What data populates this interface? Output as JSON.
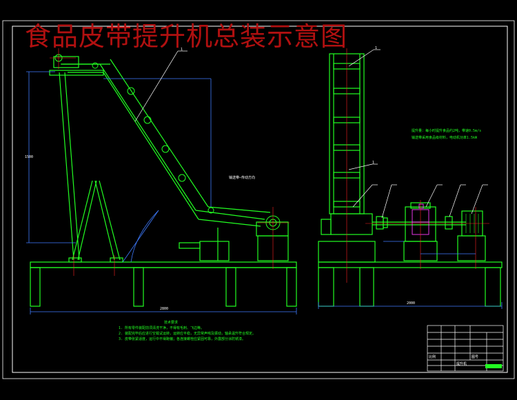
{
  "drawing": {
    "title": "食品皮带提升机总装示意图",
    "colors": {
      "background": "#000000",
      "frame": "#ffffff",
      "machine": "#22ff22",
      "centerline": "#ff2222",
      "detail": "#ff3cff",
      "dimension": "#3f7cff",
      "title_text": "#b01010"
    }
  },
  "labels": {
    "part_1a": "1",
    "part_1b": "1",
    "part_1c": "1",
    "mid_note": "输送带—传动方向",
    "notes_header": "技术要求",
    "dim_height": "1500",
    "dim_width": "2800",
    "dim_side_width": "2000"
  },
  "notes": [
    "1. 所有零件装配前须清洗干净，不得有毛刺、飞边等。",
    "2. 装配完毕后应进行空载试运转，运转应平稳，无异常声响及振动，轴承温升符合规定。",
    "3. 皮带张紧适度，运行中不得跑偏；各连接螺栓应紧固可靠，外露部分涂防锈漆。"
  ],
  "legend": [
    "提升量：每小时提升食品约2吨，带速0.5m/s",
    "输送带采用食品级材料，电动机功率1.5kW"
  ],
  "title_block": {
    "r1": "提升机",
    "r2": "比例",
    "r3": "图号"
  }
}
